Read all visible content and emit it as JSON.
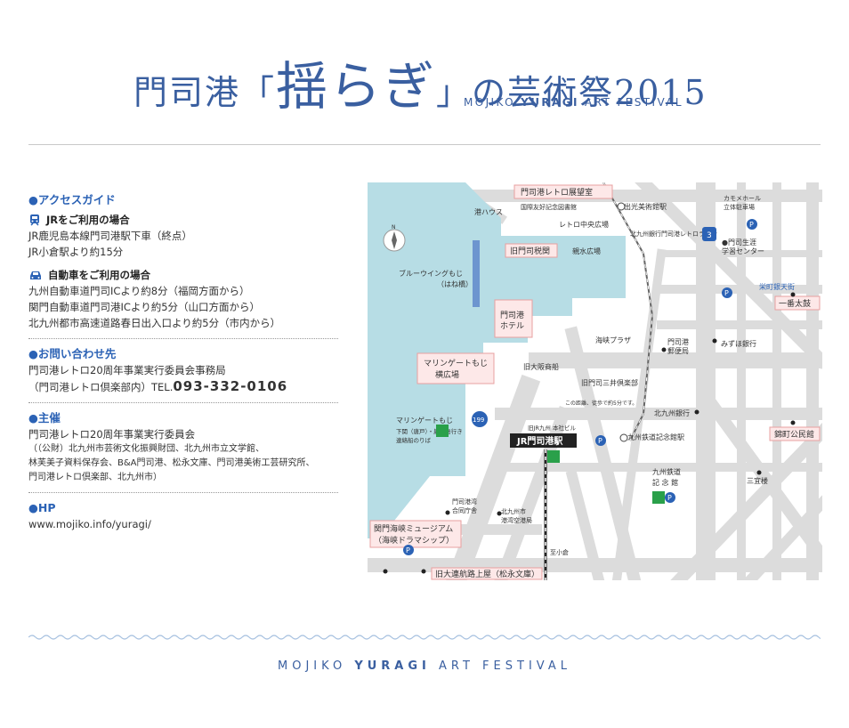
{
  "header": {
    "title_pre": "門司港「",
    "title_big": "揺らぎ",
    "title_post": "」の芸術祭2015",
    "subtitle_a": "MOJIKO ",
    "subtitle_b": "YURAGI",
    "subtitle_c": " ART FESTIVAL"
  },
  "access": {
    "heading": "●アクセスガイド",
    "jr": {
      "heading": "JRをご利用の場合",
      "lines": [
        "JR鹿児島本線門司港駅下車（終点）",
        "JR小倉駅より約15分"
      ]
    },
    "car": {
      "heading": "自動車をご利用の場合",
      "lines": [
        "九州自動車道門司ICより約8分（福岡方面から）",
        "関門自動車道門司港ICより約5分（山口方面から）",
        "北九州都市高速道路春日出入口より約5分（市内から）"
      ]
    }
  },
  "contact": {
    "heading": "●お問い合わせ先",
    "line1": "門司港レトロ20周年事業実行委員会事務局",
    "line2_pre": "（門司港レトロ倶楽部内）TEL.",
    "tel": "093-332-0106"
  },
  "organizer": {
    "heading": "●主催",
    "name": "門司港レトロ20周年事業実行委員会",
    "members": [
      "（（公財）北九州市芸術文化振興財団、北九州市立文学館、",
      "林芙美子資料保存会、B&A門司港、松永文庫、門司港美術工芸研究所、",
      "門司港レトロ倶楽部、北九州市）"
    ]
  },
  "hp": {
    "heading": "●HP",
    "url": "www.mojiko.info/yuragi/"
  },
  "map": {
    "venues": {
      "tenjishitsu": "門司港レトロ展望室",
      "zeikan": "旧門司税関",
      "hotel_1": "門司港",
      "hotel_2": "ホテル",
      "marine_1": "マリンゲートもじ",
      "marine_2": "横広場",
      "ichiban": "一番太鼓",
      "nishiki": "錦町公民館",
      "museum_1": "関門海峡ミュージアム",
      "museum_2": "（海峡ドラマシップ）",
      "old_dairen": "旧大連航路上屋（松永文庫）"
    },
    "labels": {
      "minato_house": "港ハウス",
      "library": "国際友好記念図書館",
      "retro_plaza": "レトロ中央広場",
      "shinsui": "親水広場",
      "bluewing_1": "ブルーウイングもじ",
      "bluewing_2": "（はね橋）",
      "kaikyo_plaza": "海峡プラザ",
      "osaka_shosen": "旧大阪商船",
      "mitsui": "旧門司三井倶楽部",
      "mojiko_post_1": "門司港",
      "mojiko_post_2": "郵便局",
      "mizuho": "みずほ銀行",
      "shimonoseki_1": "マリンゲートもじ",
      "shimonoseki_2": "下関（唐戸）・巌流島行き",
      "shimonoseki_3": "連絡船のりば",
      "jr_honsha": "旧JR九州 本社ビル",
      "jr_station": "JR門司港駅",
      "distance": "この距離、徒歩で約5分です。",
      "kyushu_bank": "北九州銀行",
      "railway_museum_station": "九州鉄道記念館駅",
      "railway_museum_1": "九州鉄道",
      "railway_museum_2": "記 念 館",
      "sangi": "三宜楼",
      "godo_1": "門司港湾",
      "godo_2": "合同庁舎",
      "port_1": "北九州市",
      "port_2": "港湾空港局",
      "to_kokura": "至小倉",
      "komorenkan": "出光美術館駅",
      "kamome_1": "カモメホール",
      "kamome_2": "立体駐車場",
      "gakushu_1": "●門司生涯",
      "gakushu_2": "学習センター",
      "sakaemachi": "栄町銀天街",
      "trolley": "北九州銀行門司港レトロライン",
      "route": "3",
      "route199": "199",
      "p": "P"
    }
  }
}
